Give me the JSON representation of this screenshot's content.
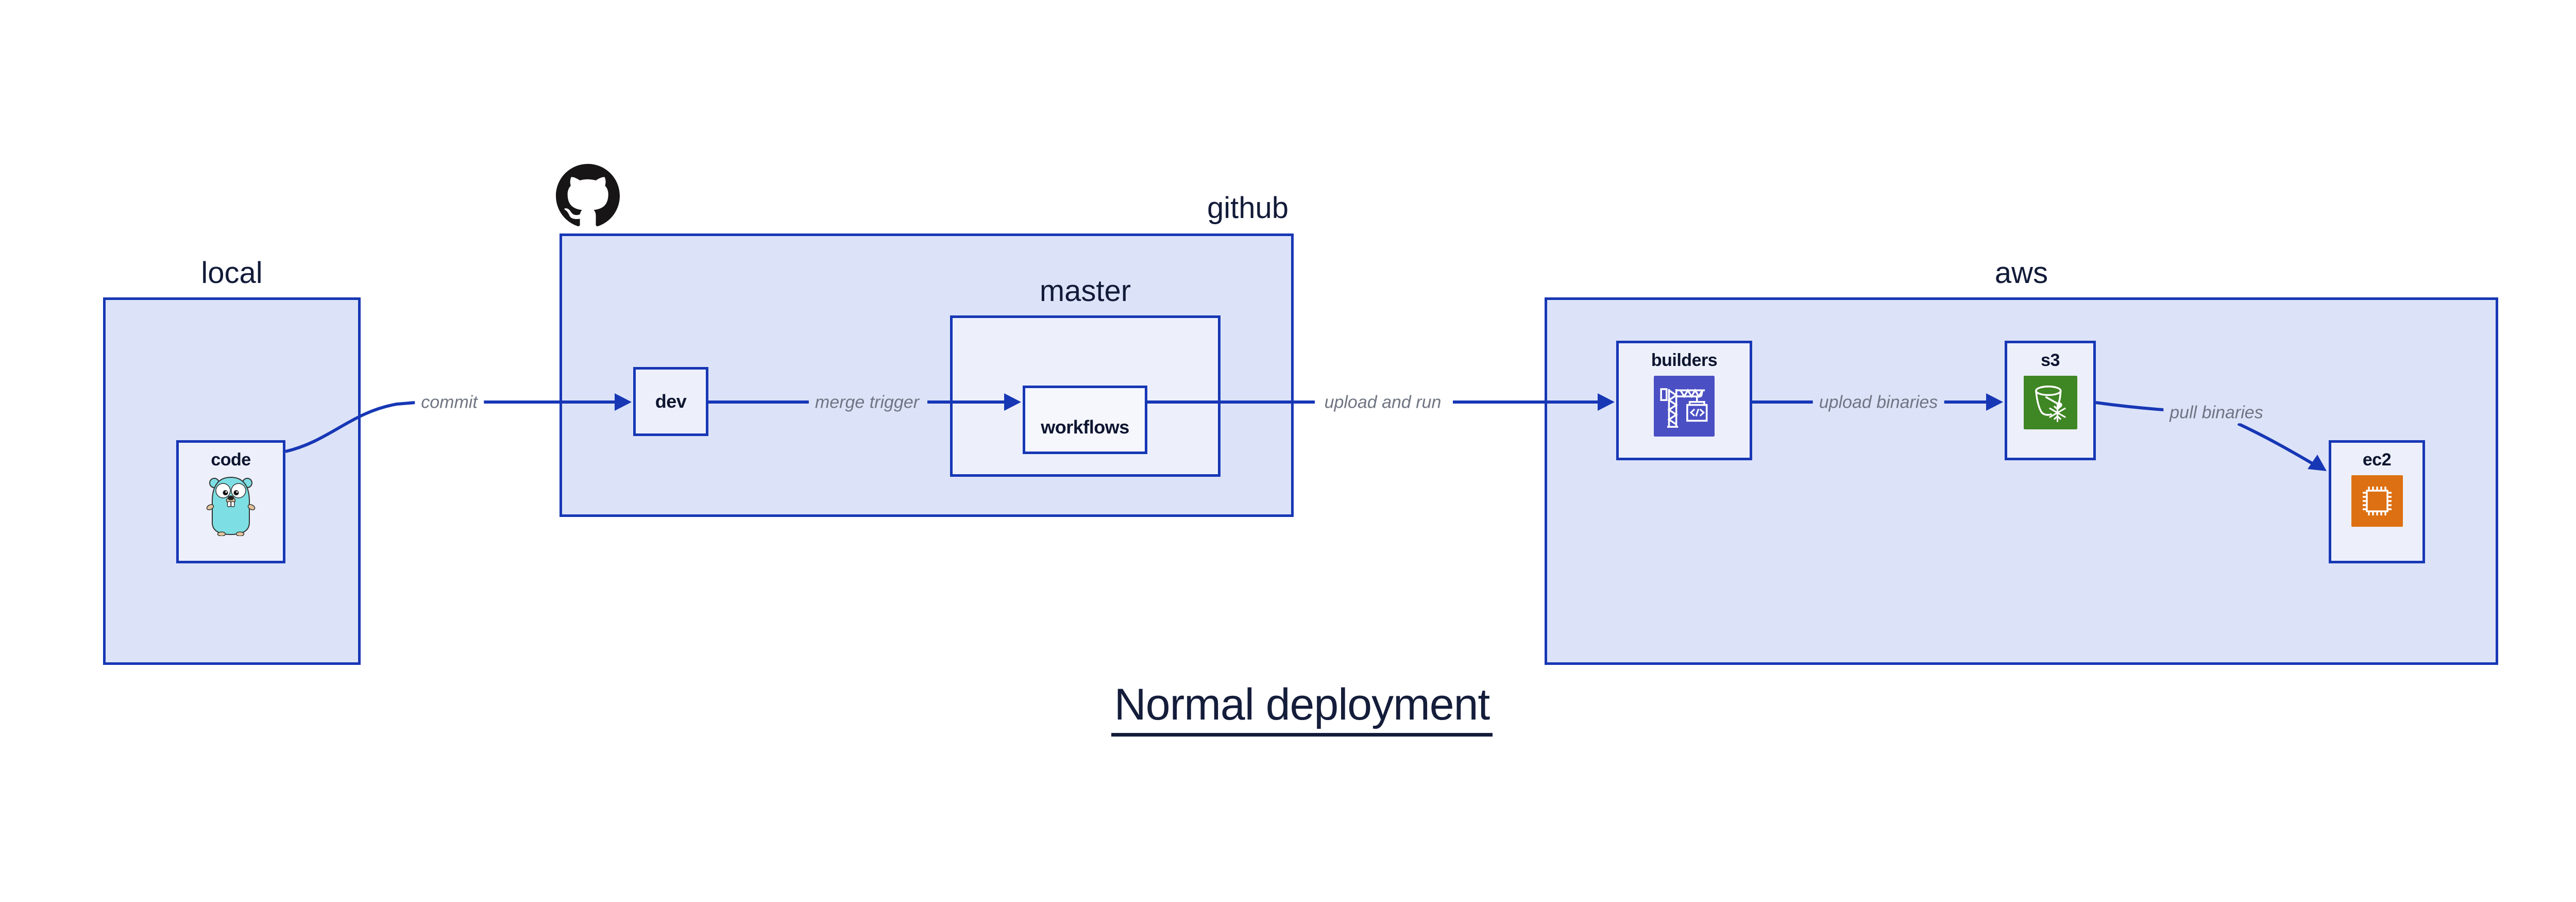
{
  "title": {
    "text": "Normal deployment"
  },
  "groups": {
    "local": {
      "label": "local"
    },
    "github": {
      "label": "github",
      "logo_icon": "github-octocat-icon"
    },
    "master": {
      "label": "master"
    },
    "aws": {
      "label": "aws"
    }
  },
  "nodes": {
    "code": {
      "label": "code",
      "icon": "go-gopher-icon"
    },
    "dev": {
      "label": "dev"
    },
    "workflows": {
      "label": "workflows"
    },
    "builders": {
      "label": "builders",
      "icon": "codebuild-crane-icon",
      "icon_color": "#4a4fc4"
    },
    "s3": {
      "label": "s3",
      "icon": "s3-glacier-bucket-icon",
      "icon_color": "#3f8624"
    },
    "ec2": {
      "label": "ec2",
      "icon": "ec2-chip-icon",
      "icon_color": "#dd7013"
    }
  },
  "edges": [
    {
      "from": "code",
      "to": "dev",
      "label": "commit"
    },
    {
      "from": "dev",
      "to": "workflows",
      "label": "merge trigger"
    },
    {
      "from": "workflows",
      "to": "builders",
      "label": "upload and run"
    },
    {
      "from": "builders",
      "to": "s3",
      "label": "upload binaries"
    },
    {
      "from": "s3",
      "to": "ec2",
      "label": "pull binaries"
    }
  ],
  "colors": {
    "stroke_blue": "#1737b5",
    "container_fill": "#dce3f8",
    "node_fill": "#edf0fb",
    "inner_node_fill": "#f5f7fd",
    "edge_label_gray": "#6f7582",
    "text_navy": "#121b38",
    "octocat_black": "#171515",
    "gopher_teal": "#7ddfe3",
    "codebuild_indigo": "#4a4fc4",
    "s3_green": "#3f8624",
    "ec2_orange": "#dd7013",
    "background": "#ffffff"
  }
}
